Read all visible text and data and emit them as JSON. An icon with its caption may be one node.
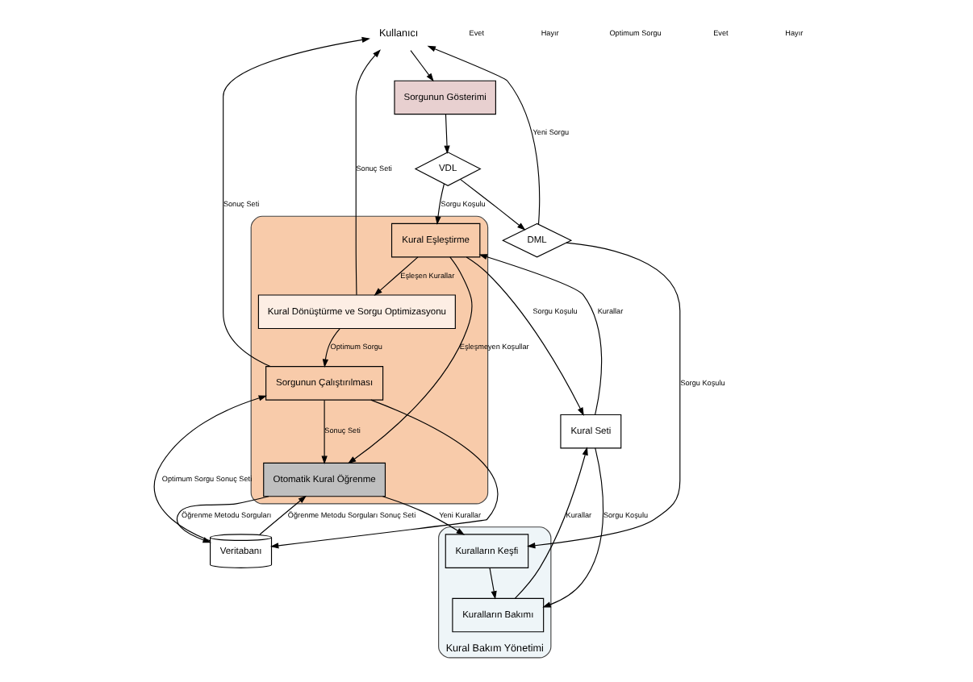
{
  "diagram": {
    "nodes": [
      {
        "text": [
          "Kullanıcı"
        ]
      },
      {
        "text": [
          "Sorgunun Gösterimi"
        ]
      },
      {
        "text": [
          "VDL"
        ]
      },
      {
        "text": [],
        "shape": "box"
      },
      {
        "text": [
          "Kural Eşleştirme"
        ],
        "in": 3
      },
      {
        "text": [
          "Kural Dönüştürme ve Sorgu Optimizasyonu"
        ],
        "in": 3
      },
      {
        "text": [
          "Sorgunun Çalıştırılması"
        ],
        "in": 3
      },
      {
        "text": [
          "Otomatik Kural Öğrenme"
        ],
        "in": 3
      },
      {
        "text": [
          "DML"
        ]
      },
      {
        "text": [
          "Kural Seti"
        ]
      },
      {
        "text": [
          "Kural Bakım Yönetimi"
        ]
      },
      {
        "text": [
          "Kuralların Keşfi"
        ],
        "in": 10
      },
      {
        "text": [
          "Kuralların Bakımı"
        ],
        "in": 10
      },
      {
        "text": [
          "Veritabanı"
        ]
      }
    ],
    "edges": [
      {
        "from": 0,
        "to": 1,
        "arrow": "to"
      },
      {
        "from": 1,
        "to": 2,
        "arrow": "to"
      },
      {
        "from": 2,
        "to": 4,
        "arrow": "to",
        "label": "Sorgu Koşulu"
      },
      {
        "from": 2,
        "to": 8,
        "arrow": "to"
      },
      {
        "from": 4,
        "to": 5,
        "arrow": "to",
        "label": "Eşleşen Kurallar"
      },
      {
        "from": 4,
        "to": 7,
        "arrow": "to",
        "label": "Eşleşmeyen Koşullar"
      },
      {
        "from": 4,
        "to": 9,
        "arrow": "to",
        "label": "Sorgu Koşulu"
      },
      {
        "from": 9,
        "to": 4,
        "arrow": "to",
        "label": "Kurallar"
      },
      {
        "from": 5,
        "to": 0,
        "arrow": "to",
        "label": "Sonuç Seti"
      },
      {
        "from": 6,
        "to": 0,
        "arrow": "to",
        "label": "Sonuç Seti"
      },
      {
        "from": 8,
        "to": 0,
        "arrow": "to",
        "label": "Yeni Sorgu"
      },
      {
        "from": 5,
        "to": 6,
        "arrow": "to",
        "label": "Optimum Sorgu"
      },
      {
        "from": 6,
        "to": 7,
        "arrow": "to",
        "label": "Sonuç Seti"
      },
      {
        "from": 13,
        "to": 7,
        "arrow": "to",
        "label": "Öğrenme Metodu Sorguları Sonuç Seti"
      },
      {
        "from": 7,
        "to": 13,
        "arrow": "to",
        "label": "Öğrenme Metodu Sorguları"
      },
      {
        "from": 6,
        "to": 13,
        "arrow": "to"
      },
      {
        "from": 13,
        "to": 6,
        "arrow": "to",
        "label": "Optimum Sorgu Sonuç Seti"
      },
      {
        "from": 7,
        "to": 11,
        "arrow": "to",
        "label": "Yeni Kurallar"
      },
      {
        "from": 11,
        "to": 12,
        "arrow": "to"
      },
      {
        "from": 8,
        "to": 11,
        "arrow": "to",
        "label": "Sorgu Koşulu"
      },
      {
        "from": 9,
        "to": 12,
        "arrow": "to",
        "label": "Sorgu Koşulu"
      },
      {
        "from": 12,
        "to": 9,
        "arrow": "to",
        "label": "Kurallar"
      }
    ],
    "labels": [
      "Evet",
      "Hayır",
      "Optimum Sorgu",
      "Evet",
      "Hayır"
    ]
  }
}
